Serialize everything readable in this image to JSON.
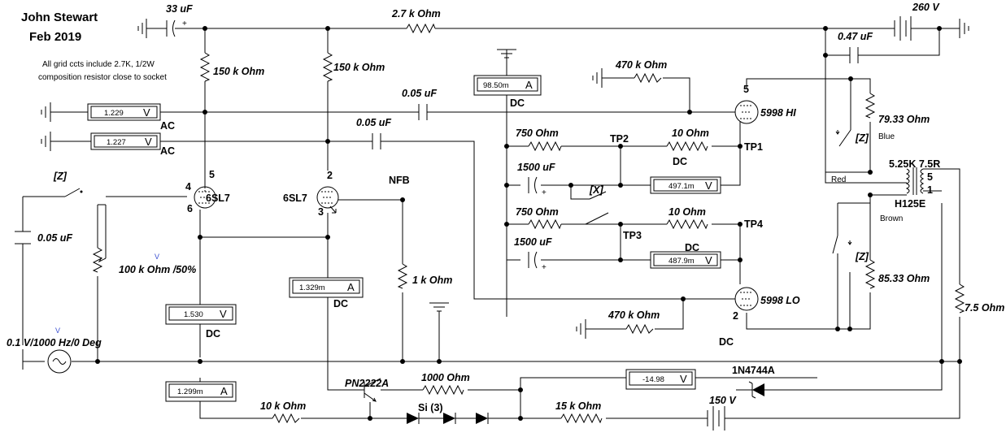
{
  "title": {
    "author": "John Stewart",
    "date": "Feb 2019"
  },
  "note": [
    "All grid ccts include 2.7K, 1/2W",
    "composition resistor close to socket"
  ],
  "labels": {
    "cap_33u": "33 uF",
    "res_2k7": "2.7 k Ohm",
    "batt_260": "260 V",
    "cap_047": "0.47 uF",
    "res_150a": "150 k Ohm",
    "res_150b": "150 k Ohm",
    "cap_005_top": "0.05 uF",
    "cap_005_mid": "0.05 uF",
    "res_470_top": "470 k Ohm",
    "tube_hi": "5998 HI",
    "tube_lo": "5998 LO",
    "pin5_hi": "5",
    "pin2_lo": "2",
    "res_7933": "79.33  Ohm",
    "blue": "Blue",
    "res_750a": "750  Ohm",
    "tp2": "TP2",
    "res_10a": "10  Ohm",
    "tp1": "TP1",
    "dc_a": "DC",
    "cap_1500a": "1500 uF",
    "sw_x": "[X]",
    "z1": "[Z]",
    "z2": "[Z]",
    "z3": "[Z]",
    "res_750b": "750  Ohm",
    "res_10b": "10  Ohm",
    "tp4": "TP4",
    "tp3": "TP3",
    "cap_1500b": "1500 uF",
    "dc_b": "DC",
    "xfmr": "5.25K  7.5R",
    "xfmr_name": "H125E",
    "red": "Red",
    "brown": "Brown",
    "x_pin5": "5",
    "x_pin1": "1",
    "res_8533": "85.33  Ohm",
    "res_75": "7.5  Ohm",
    "ac1": "AC",
    "ac2": "AC",
    "tube_6sl7a": "6SL7",
    "tube_6sl7b": "6SL7",
    "p4": "4",
    "p5": "5",
    "p6": "6",
    "p2": "2",
    "p3": "3",
    "nfb": "NFB",
    "cap_005_left": "0.05 uF",
    "pot": "100 k Ohm /50%",
    "res_1k": "1 k Ohm",
    "dc_1530": "DC",
    "dc_1329": "DC",
    "dc_470lo": "DC",
    "dc_98": "DC",
    "res_470_lo": "470 k Ohm",
    "source": "0.1 V/1000 Hz/0 Deg",
    "src_v": "V",
    "pot_v": "V",
    "transistor": "PN2222A",
    "res_1000": "1000  Ohm",
    "zener": "1N4744A",
    "res_10k": "10 k Ohm",
    "si3": "Si (3)",
    "res_15k": "15 k Ohm",
    "batt_150": "150 V",
    "plus": "+"
  },
  "meters": {
    "m_ac1": {
      "value": "1.229",
      "unit": "V"
    },
    "m_ac2": {
      "value": "1.227",
      "unit": "V"
    },
    "m_98": {
      "value": "98.50m",
      "unit": "A"
    },
    "m_497": {
      "value": "497.1m",
      "unit": "V"
    },
    "m_487": {
      "value": "487.9m",
      "unit": "V"
    },
    "m_1329": {
      "value": "1.329m",
      "unit": "A"
    },
    "m_1530": {
      "value": "1.530",
      "unit": "V"
    },
    "m_1299": {
      "value": "1.299m",
      "unit": "A"
    },
    "m_1498": {
      "value": "-14.98",
      "unit": "V"
    }
  },
  "switch_labels": [
    "[Z]",
    "[X]",
    "[Z]",
    "[Z]"
  ]
}
